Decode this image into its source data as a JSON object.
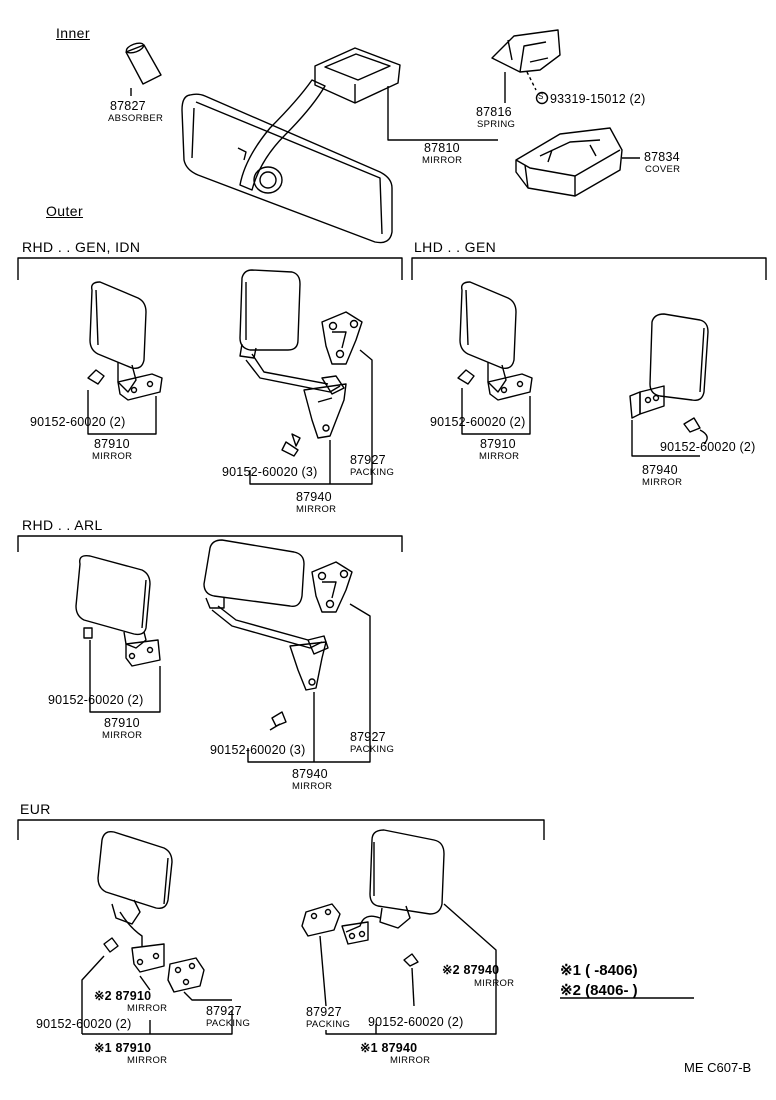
{
  "sections": {
    "inner": "Inner",
    "outer": "Outer",
    "rhd_gen": "RHD . . GEN, IDN",
    "lhd_gen": "LHD . . GEN",
    "rhd_arl": "RHD . . ARL",
    "eur": "EUR"
  },
  "inner_parts": {
    "absorber_pn": "87827",
    "absorber_nm": "ABSORBER",
    "spring_pn": "87816",
    "spring_nm": "SPRING",
    "screw_pn": "93319-15012 (2)",
    "screw_symbol": "S",
    "mirror_pn": "87810",
    "mirror_nm": "MIRROR",
    "cover_pn": "87834",
    "cover_nm": "COVER"
  },
  "rhd_gen": {
    "screw_a": "90152-60020 (2)",
    "mirror_a_pn": "87910",
    "mirror_a_nm": "MIRROR",
    "screw_b": "90152-60020 (3)",
    "packing_pn": "87927",
    "packing_nm": "PACKING",
    "mirror_b_pn": "87940",
    "mirror_b_nm": "MIRROR"
  },
  "lhd_gen": {
    "screw_a": "90152-60020 (2)",
    "mirror_a_pn": "87910",
    "mirror_a_nm": "MIRROR",
    "screw_b": "90152-60020 (2)",
    "mirror_b_pn": "87940",
    "mirror_b_nm": "MIRROR"
  },
  "rhd_arl": {
    "screw_a": "90152-60020 (2)",
    "mirror_a_pn": "87910",
    "mirror_a_nm": "MIRROR",
    "screw_b": "90152-60020 (3)",
    "packing_pn": "87927",
    "packing_nm": "PACKING",
    "mirror_b_pn": "87940",
    "mirror_b_nm": "MIRROR"
  },
  "eur": {
    "left_mark2_pn": "※2 87910",
    "left_mark2_nm": "MIRROR",
    "left_packing_pn": "87927",
    "left_packing_nm": "PACKING",
    "left_screw": "90152-60020 (2)",
    "left_mark1_pn": "※1 87910",
    "left_mark1_nm": "MIRROR",
    "right_packing_pn": "87927",
    "right_packing_nm": "PACKING",
    "right_screw": "90152-60020 (2)",
    "right_mark2_pn": "※2 87940",
    "right_mark2_nm": "MIRROR",
    "right_mark1_pn": "※1 87940",
    "right_mark1_nm": "MIRROR"
  },
  "legend": {
    "note1": "※1 (      -8406)",
    "note2": "※2 (8406-       )"
  },
  "footer_code": "ME  C607-B"
}
